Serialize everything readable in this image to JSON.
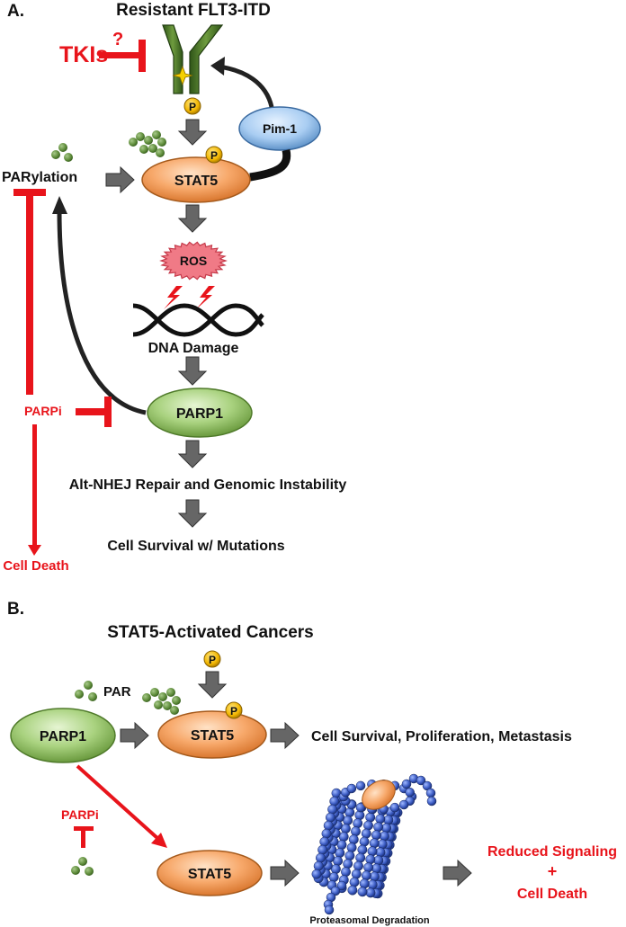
{
  "panel_a": {
    "panel_label": "A.",
    "title": "Resistant FLT3-ITD",
    "tkis": "TKIs",
    "question": "?",
    "p_marker": "P",
    "pim1": "Pim-1",
    "parylation": "PARylation",
    "stat5": "STAT5",
    "ros": "ROS",
    "dna_damage": "DNA Damage",
    "parpi": "PARPi",
    "parp1": "PARP1",
    "repair": "Alt-NHEJ Repair and Genomic Instability",
    "survival": "Cell Survival w/ Mutations",
    "cell_death": "Cell Death"
  },
  "panel_b": {
    "panel_label": "B.",
    "title": "STAT5-Activated Cancers",
    "par": "PAR",
    "p_marker": "P",
    "parp1": "PARP1",
    "stat5": "STAT5",
    "outcome": "Cell Survival, Proliferation, Metastasis",
    "parpi": "PARPi",
    "stat5_degraded": "STAT5",
    "proteasome": "Proteasomal Degradation",
    "reduced_signaling": "Reduced Signaling",
    "plus": "+",
    "cell_death": "Cell Death"
  },
  "colors": {
    "red": "#e8141b",
    "stat5_fill": "#f7a86a",
    "parp1_fill": "#a9d27f",
    "pim1_fill": "#a9cdf2",
    "ros_fill": "#f07a86",
    "receptor": "#4f7a2a",
    "grey_arrow": "#666666",
    "p_fill": "#f2b600",
    "proteasome": "#3c5cc4"
  }
}
